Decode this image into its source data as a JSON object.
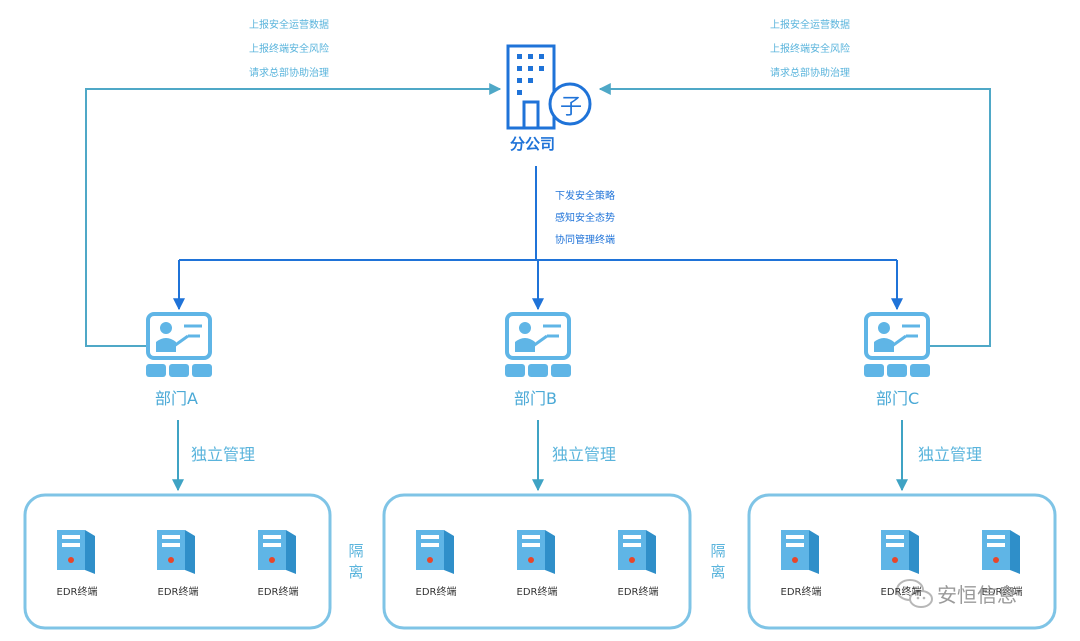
{
  "colors": {
    "primary_blue": "#1f73d8",
    "teal_line": "#4fa8c7",
    "light_blue": "#7fc4e6",
    "server_blue": "#5fb5e6",
    "server_dark": "#2f8fc9"
  },
  "hq": {
    "label": "分公司",
    "badge": "子",
    "icon": "building-icon"
  },
  "reports_left": [
    "上报安全运营数据",
    "上报终端安全风险",
    "请求总部协助治理"
  ],
  "reports_right": [
    "上报安全运营数据",
    "上报终端安全风险",
    "请求总部协助治理"
  ],
  "commands": [
    "下发安全策略",
    "感知安全态势",
    "协同管理终端"
  ],
  "departments": [
    {
      "label": "部门A",
      "mgmt": "独立管理",
      "terminals": [
        "EDR终端",
        "EDR终端",
        "EDR终端"
      ]
    },
    {
      "label": "部门B",
      "mgmt": "独立管理",
      "terminals": [
        "EDR终端",
        "EDR终端",
        "EDR终端"
      ]
    },
    {
      "label": "部门C",
      "mgmt": "独立管理",
      "terminals": [
        "EDR终端",
        "EDR终端",
        "EDR终端"
      ]
    }
  ],
  "isolation": [
    "隔离",
    "隔离"
  ],
  "watermark": "安恒信息"
}
